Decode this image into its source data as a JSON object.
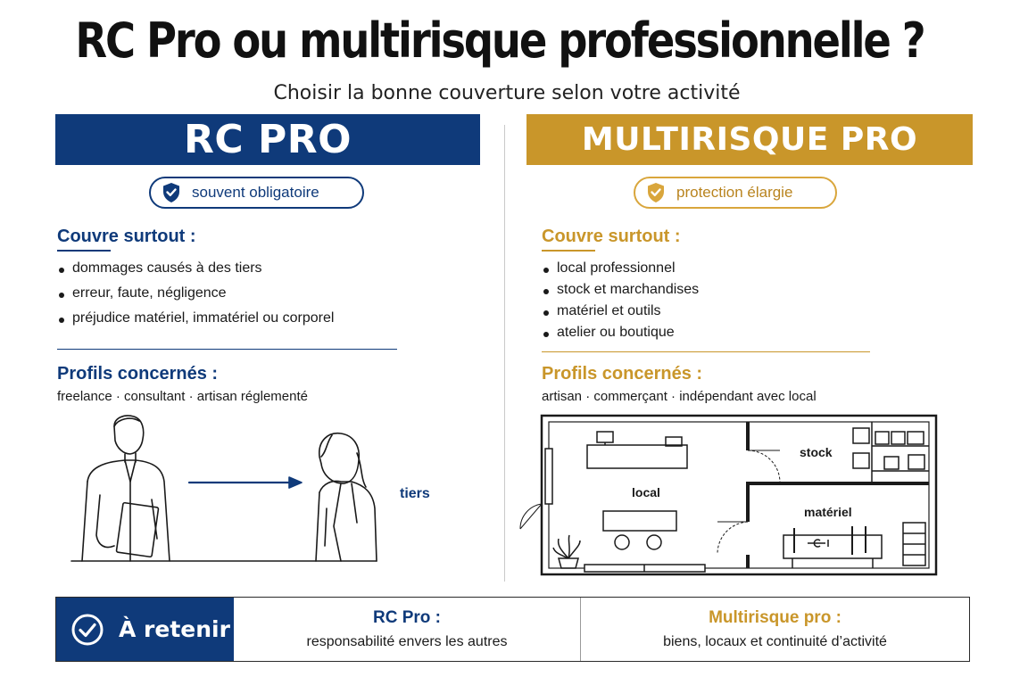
{
  "title": "RC Pro ou multirisque professionnelle ?",
  "subtitle": "Choisir la bonne couverture selon votre activité",
  "colors": {
    "navy": "#0f3a7a",
    "gold": "#c9962a"
  },
  "rc": {
    "banner": "RC PRO",
    "badge": {
      "icon": "shield-check-icon",
      "label": "souvent obligatoire"
    },
    "covers_heading": "Couvre surtout :",
    "covers": [
      "dommages causés à des tiers",
      "erreur, faute, négligence",
      "préjudice matériel, immatériel ou corporel"
    ],
    "profiles_heading": "Profils concernés :",
    "profiles": "freelance · consultant · artisan réglementé",
    "illustration_label": "tiers"
  },
  "multirisque": {
    "banner": "MULTIRISQUE PRO",
    "badge": {
      "icon": "shield-check-icon",
      "label": "protection élargie"
    },
    "covers_heading": "Couvre surtout :",
    "covers": [
      "local professionnel",
      "stock et marchandises",
      "matériel et outils",
      "atelier ou boutique"
    ],
    "profiles_heading": "Profils concernés :",
    "profiles": "artisan · commerçant · indépendant avec local",
    "floorplan": {
      "room_main": "local",
      "room_stock": "stock",
      "room_tools": "matériel"
    }
  },
  "bottom": {
    "icon": "check-circle-icon",
    "label": "À retenir",
    "rc_title": "RC Pro :",
    "rc_text": "responsabilité envers les autres",
    "mr_title": "Multirisque pro :",
    "mr_text": "biens, locaux et continuité d’activité"
  }
}
